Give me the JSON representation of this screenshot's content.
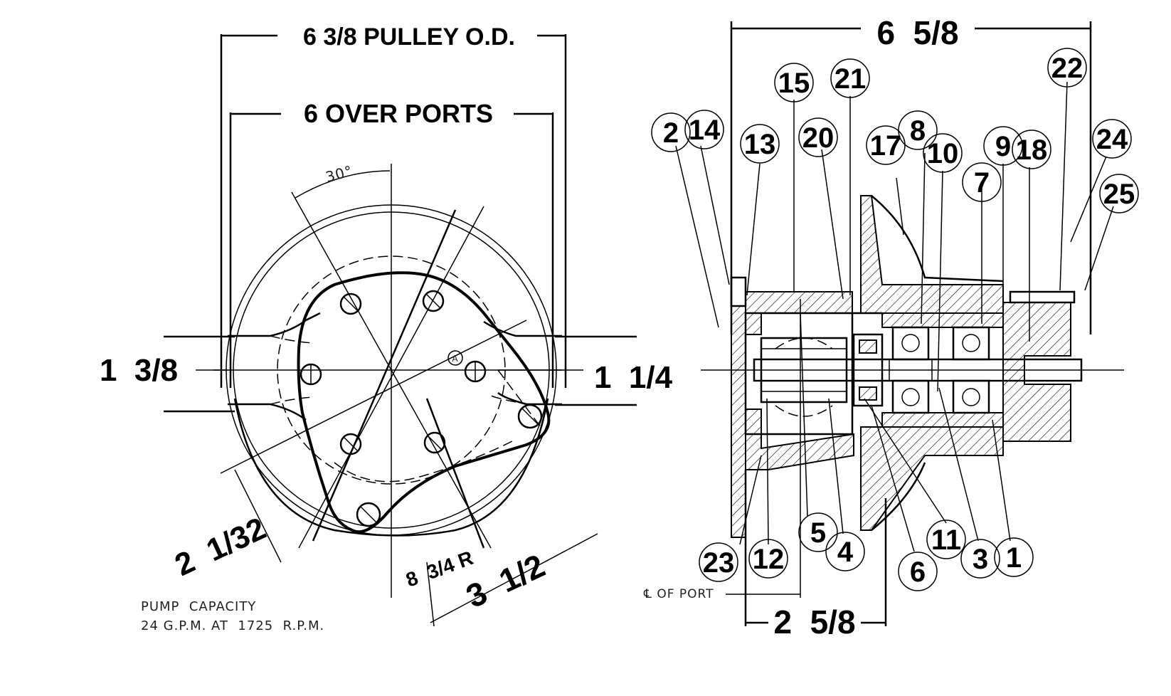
{
  "front_view": {
    "pulley_od_label": "6 3/8 PULLEY O.D.",
    "over_ports_label": "6 OVER PORTS",
    "angle_label": "30°",
    "left_port_label": "1  3/8",
    "right_port_label": "1  1/4",
    "offset_label": "2  1/32",
    "radius_label": "8  3/4 R",
    "width_label": "3  1/2",
    "marker_label": "A",
    "capacity_title": "PUMP  CAPACITY",
    "capacity_value": "24 G.P.M. AT  1725  R.P.M."
  },
  "side_view": {
    "overall_length_label": "6  5/8",
    "port_distance_label": "2  5/8",
    "port_centerline_label": "℄ OF PORT",
    "callouts": [
      {
        "id": "2"
      },
      {
        "id": "14"
      },
      {
        "id": "13"
      },
      {
        "id": "15"
      },
      {
        "id": "21"
      },
      {
        "id": "20"
      },
      {
        "id": "17"
      },
      {
        "id": "8"
      },
      {
        "id": "10"
      },
      {
        "id": "7"
      },
      {
        "id": "9"
      },
      {
        "id": "18"
      },
      {
        "id": "22"
      },
      {
        "id": "24"
      },
      {
        "id": "25"
      },
      {
        "id": "23"
      },
      {
        "id": "12"
      },
      {
        "id": "5"
      },
      {
        "id": "4"
      },
      {
        "id": "6"
      },
      {
        "id": "11"
      },
      {
        "id": "3"
      },
      {
        "id": "1"
      }
    ]
  }
}
